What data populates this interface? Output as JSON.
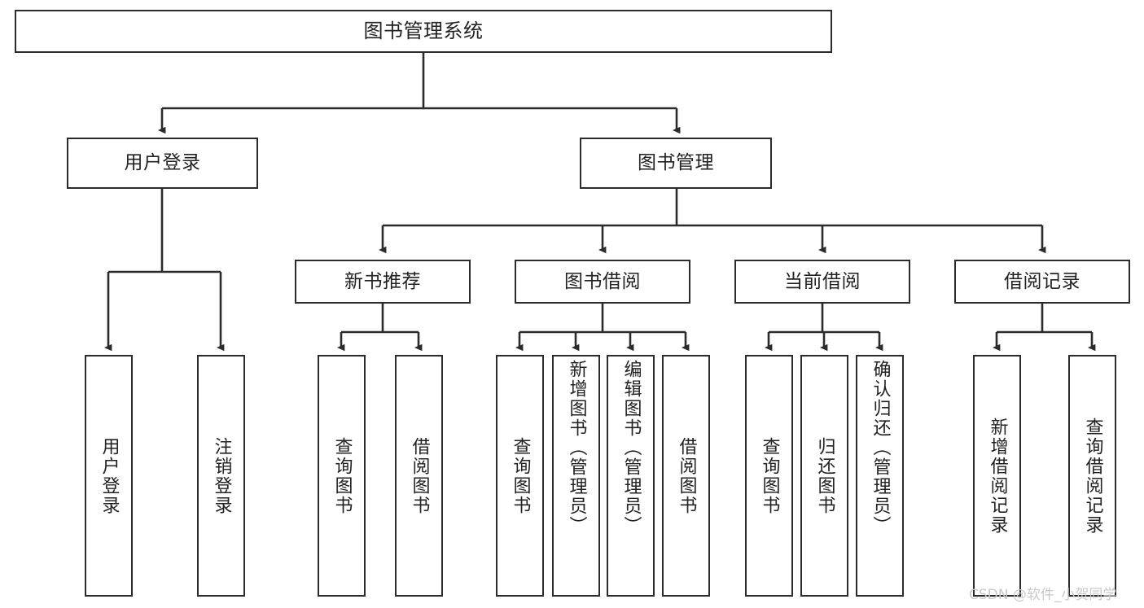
{
  "diagram": {
    "title": "图书管理系统",
    "type": "tree-hierarchy-chart",
    "stroke_color": "#2b2b2b",
    "fill_color": "#ffffff",
    "text_color": "#222222"
  },
  "nodes": {
    "root": {
      "label": "图书管理系统"
    },
    "level1": [
      {
        "label": "用户登录"
      },
      {
        "label": "图书管理"
      }
    ],
    "level2": [
      {
        "label": "新书推荐"
      },
      {
        "label": "图书借阅"
      },
      {
        "label": "当前借阅"
      },
      {
        "label": "借阅记录"
      }
    ],
    "leaves": {
      "user_login": [
        {
          "label": "用户登录"
        },
        {
          "label": "注销登录"
        }
      ],
      "new_book_recommend": [
        {
          "label": "查询图书"
        },
        {
          "label": "借阅图书"
        }
      ],
      "book_borrow": [
        {
          "label": "查询图书"
        },
        {
          "label": "新增图书（管理员）"
        },
        {
          "label": "编辑图书（管理员）"
        },
        {
          "label": "借阅图书"
        }
      ],
      "current_borrow": [
        {
          "label": "查询图书"
        },
        {
          "label": "归还图书"
        },
        {
          "label": "确认归还（管理员）"
        }
      ],
      "borrow_record": [
        {
          "label": "新增借阅记录"
        },
        {
          "label": "查询借阅记录"
        }
      ]
    }
  },
  "watermark": {
    "text": "CSDN @软件_小贺同学"
  }
}
